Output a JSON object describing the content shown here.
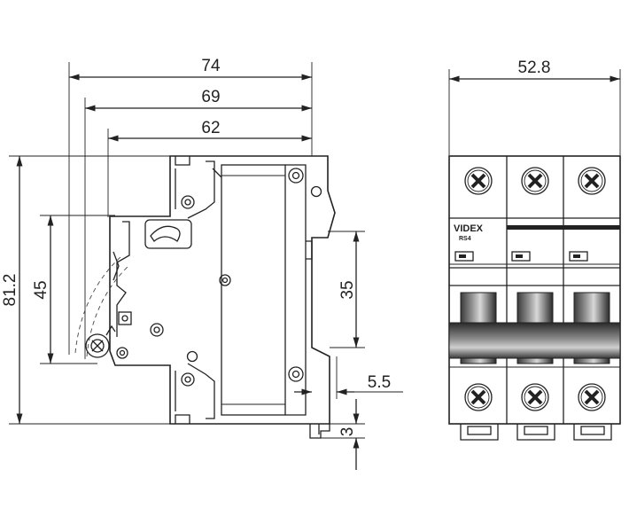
{
  "side_view": {
    "dim_74": "74",
    "dim_69": "69",
    "dim_62": "62",
    "dim_81_2": "81.2",
    "dim_45": "45",
    "dim_35": "35",
    "dim_5_5": "5.5",
    "dim_3": "3"
  },
  "front_view": {
    "dim_52_8": "52.8",
    "brand": "VIDEX",
    "model": "RS4"
  }
}
